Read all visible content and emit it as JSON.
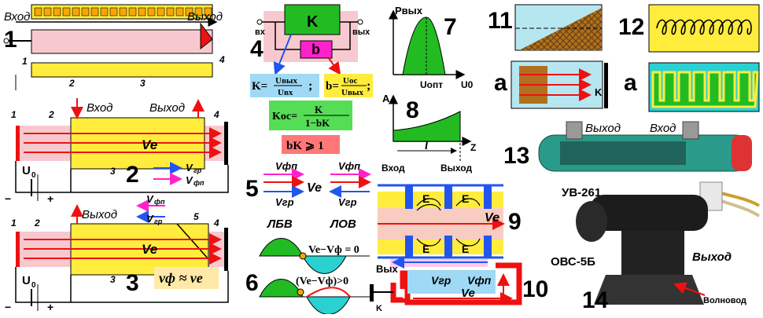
{
  "fig1": {
    "vhod": "Вход",
    "vyhod": "Выход",
    "num": "1",
    "lbl1": "1",
    "lbl2": "2",
    "lbl3": "3",
    "lbl4": "4"
  },
  "fig2": {
    "vhod": "Вход",
    "vyhod": "Выход",
    "num": "2",
    "lbl1": "1",
    "lbl2": "2",
    "lbl3": "3",
    "lbl4": "4",
    "ve": "Ve",
    "u0": "U",
    "u0_sub": "0",
    "vgr": "V",
    "vgr_sub": "гр",
    "vfp": "V",
    "vfp_sub": "фп",
    "minus": "−",
    "plus": "+"
  },
  "fig3": {
    "vyhod": "Выход",
    "num": "3",
    "lbl1": "1",
    "lbl2": "2",
    "lbl3": "3",
    "lbl4": "4",
    "lbl5": "5",
    "ve": "Ve",
    "u0": "U",
    "u0_sub": "0",
    "vfp": "V",
    "vfp_sub": "фп",
    "vgr": "V",
    "vgr_sub": "гр",
    "sync": "vф ≈ ve",
    "minus": "−",
    "plus": "+"
  },
  "fig4": {
    "num": "4",
    "K": "K",
    "b": "b",
    "vx": "вх",
    "vyx": "вых",
    "f1_lhs": "K=",
    "f1_num": "Uвых",
    "f1_den": "Uвх",
    "f2_lhs": "b=",
    "f2_num": "Uос",
    "f2_den": "Uвых",
    "semi": ";",
    "f3_lhs": "Kос=",
    "f3_num": "K",
    "f3_den": "1−bK",
    "f4": "bK ⩾ 1"
  },
  "fig5": {
    "num": "5",
    "vfp1": "Vфп",
    "vfp2": "Vфп",
    "ve": "Ve",
    "vgr1": "Vгр",
    "vgr2": "Vгр",
    "lbv": "ЛБВ",
    "lov": "ЛОВ"
  },
  "fig6": {
    "num": "6",
    "eq1": "Ve−Vф = 0",
    "eq2": "(Ve−Vф)>0"
  },
  "fig7": {
    "num": "7",
    "ylabel": "Pвых",
    "xlabel": "U0",
    "uopt": "Uопт"
  },
  "fig8": {
    "num": "8",
    "ylabel": "A",
    "xlabel": "Z",
    "l": "l",
    "vhod": "Вход",
    "vyhod": "Выход"
  },
  "fig9": {
    "num": "9",
    "E": "E",
    "ve": "Ve"
  },
  "fig10": {
    "num": "10",
    "vyx": "Вых",
    "vgr": "Vгр",
    "vfp": "Vфп",
    "ve": "Ve",
    "k": "K"
  },
  "fig11": {
    "num": "11",
    "a": "а",
    "k": "K"
  },
  "fig12": {
    "num": "12",
    "a": "а"
  },
  "fig13": {
    "num": "13",
    "vyhod": "Выход",
    "vhod": "Вход",
    "model": "УВ-261"
  },
  "fig14": {
    "num": "14",
    "model": "ОВС-5Б",
    "vyhod": "Выход",
    "volnovod": "Волновод"
  },
  "colors": {
    "yellow": "#ffec3d",
    "orange": "#f7a800",
    "pink": "#f7c9cf",
    "green": "#22bb22",
    "magenta": "#ff22cc",
    "red": "#ee1111",
    "blue": "#2255ee",
    "cyan": "#2ad1d1",
    "brown": "#b07020"
  }
}
